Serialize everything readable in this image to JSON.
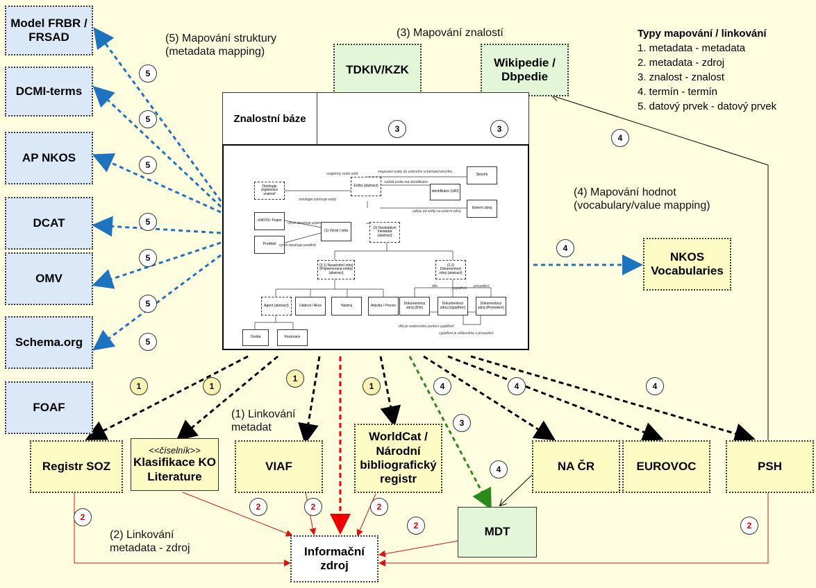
{
  "left_schemas": [
    {
      "id": "frbr",
      "label": "Model FRBR / FRSAD"
    },
    {
      "id": "dcmi",
      "label": "DCMI-terms"
    },
    {
      "id": "apnkos",
      "label": "AP NKOS"
    },
    {
      "id": "dcat",
      "label": "DCAT"
    },
    {
      "id": "omv",
      "label": "OMV"
    },
    {
      "id": "schema",
      "label": "Schema.org"
    },
    {
      "id": "foaf",
      "label": "FOAF"
    }
  ],
  "top_sources": {
    "tdkiv": "TDKIV/KZK",
    "wiki": "Wikipedie / Dbpedie"
  },
  "right_vocab": "NKOS Vocabularies",
  "bottom_sources": {
    "soz": "Registr SOZ",
    "klas_stereo": "<<číselník>>",
    "klas": "Klasifikace KO Literature",
    "viaf": "VIAF",
    "worldcat": "WorldCat / Národní bibliografický registr",
    "nacr": "NA ČR",
    "eurovoc": "EUROVOC",
    "psh": "PSH",
    "mdt": "MDT",
    "info": "Informační zdroj"
  },
  "kb_title": "Znalostní báze",
  "labels": {
    "l5": "(5) Mapování struktury (metadata mapping)",
    "l3": "(3) Mapování znalostí",
    "l4": "(4) Mapování hodnot (vocabulary/value mapping)",
    "l1": "(1) Linkování metadat",
    "l2": "(2) Linkování metadata - zdroj"
  },
  "legend": {
    "title": "Typy mapování / linkování",
    "items": [
      "1. metadata - metadata",
      "2. metadata - zdroj",
      "3. znalost - znalost",
      "4. termín - termín",
      "5. datový prvek - datový prvek"
    ]
  },
  "numbers": {
    "n1": "1",
    "n2": "2",
    "n3": "3",
    "n4": "4",
    "n5": "5"
  },
  "inner": {
    "entita": "Entita (abstract)",
    "slovnik": "Slovník",
    "ontologie": "Ontologie organizace znalostí",
    "identifikator": "Identifikátor (URI)",
    "externi": "Externí zdroj",
    "pojem": "«NKOS» Pojem",
    "vyrok": "(1) Výrok / věta",
    "deskriptivni": "(2) Deskriptivní metadata (abstract)",
    "predikat": "Predikát",
    "neutral": "(2.1) Neautoritní zdroj (Pojmenovaná entita) (abstract)",
    "dokumentovy": "(2.2) Dokumentový zdroj (abstract)",
    "agent": "Agent (abstract)",
    "udalost": "Událost / Akce",
    "nastroj": "Nástroj",
    "aktivita": "Aktivita / Proces",
    "dilo": "Dokumentový zdroj (Dílo)",
    "vyjadreni": "Dokumentový zdroj (Vyjádření)",
    "provedeni": "Dokumentový zdroj (Provedení)",
    "osoba": "Osoba",
    "korporace": "Korporace",
    "t1": "vzájemný vztah entit",
    "t2": "mapování entity do externího schématu/slovníku",
    "t3": "každá entita má identifikátor",
    "t4": "ontologie zahrnuje entity",
    "t5": "odkaz od entity na externí zdroj",
    "t6": "výrok obsahuje pojem",
    "t7": "výrok obsahuje predikát",
    "t8": "dílo",
    "t9": "vyjádření",
    "t10": "provedení",
    "t11": "dílo je realizováno pomocí vyjádření",
    "t12": "vyjádření je ztělesněno v provedení"
  }
}
